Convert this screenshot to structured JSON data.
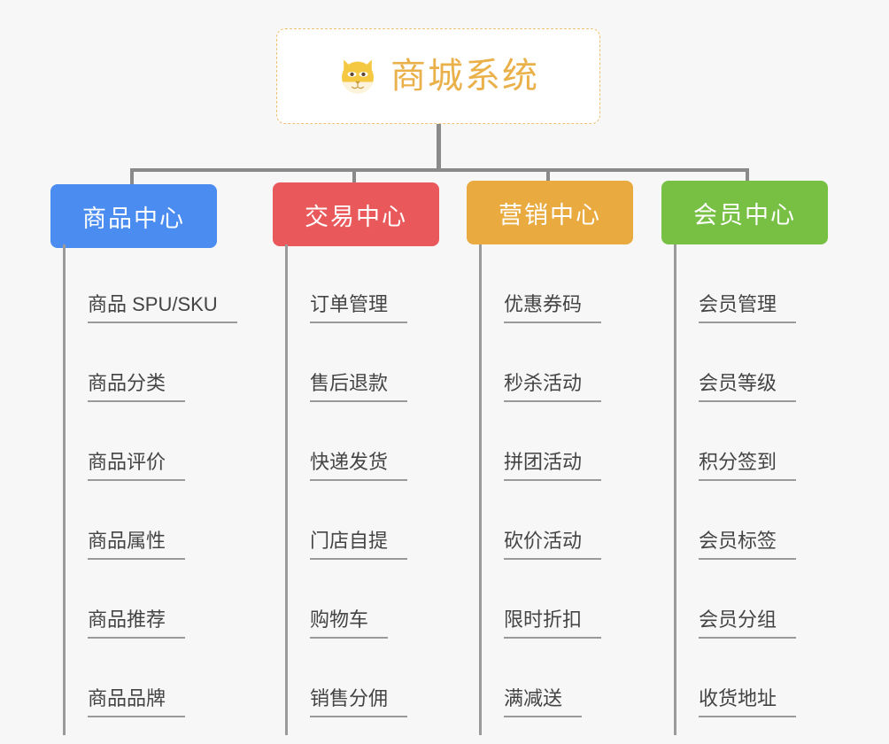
{
  "root": {
    "title": "商城系统",
    "icon": "dog-face-icon",
    "border_color": "#f0c070",
    "text_color": "#eab04a",
    "background": "#ffffff"
  },
  "canvas": {
    "background": "#f7f7f7",
    "connector_color": "#8a8a8a"
  },
  "branches": [
    {
      "label": "商品中心",
      "color": "#4a8cf0",
      "items": [
        "商品 SPU/SKU",
        "商品分类",
        "商品评价",
        "商品属性",
        "商品推荐",
        "商品品牌"
      ]
    },
    {
      "label": "交易中心",
      "color": "#e9595b",
      "items": [
        "订单管理",
        "售后退款",
        "快递发货",
        "门店自提",
        "购物车",
        "销售分佣"
      ]
    },
    {
      "label": "营销中心",
      "color": "#e9aa3f",
      "items": [
        "优惠券码",
        "秒杀活动",
        "拼团活动",
        "砍价活动",
        "限时折扣",
        "满减送"
      ]
    },
    {
      "label": "会员中心",
      "color": "#77c044",
      "items": [
        "会员管理",
        "会员等级",
        "积分签到",
        "会员标签",
        "会员分组",
        "收货地址"
      ]
    }
  ]
}
